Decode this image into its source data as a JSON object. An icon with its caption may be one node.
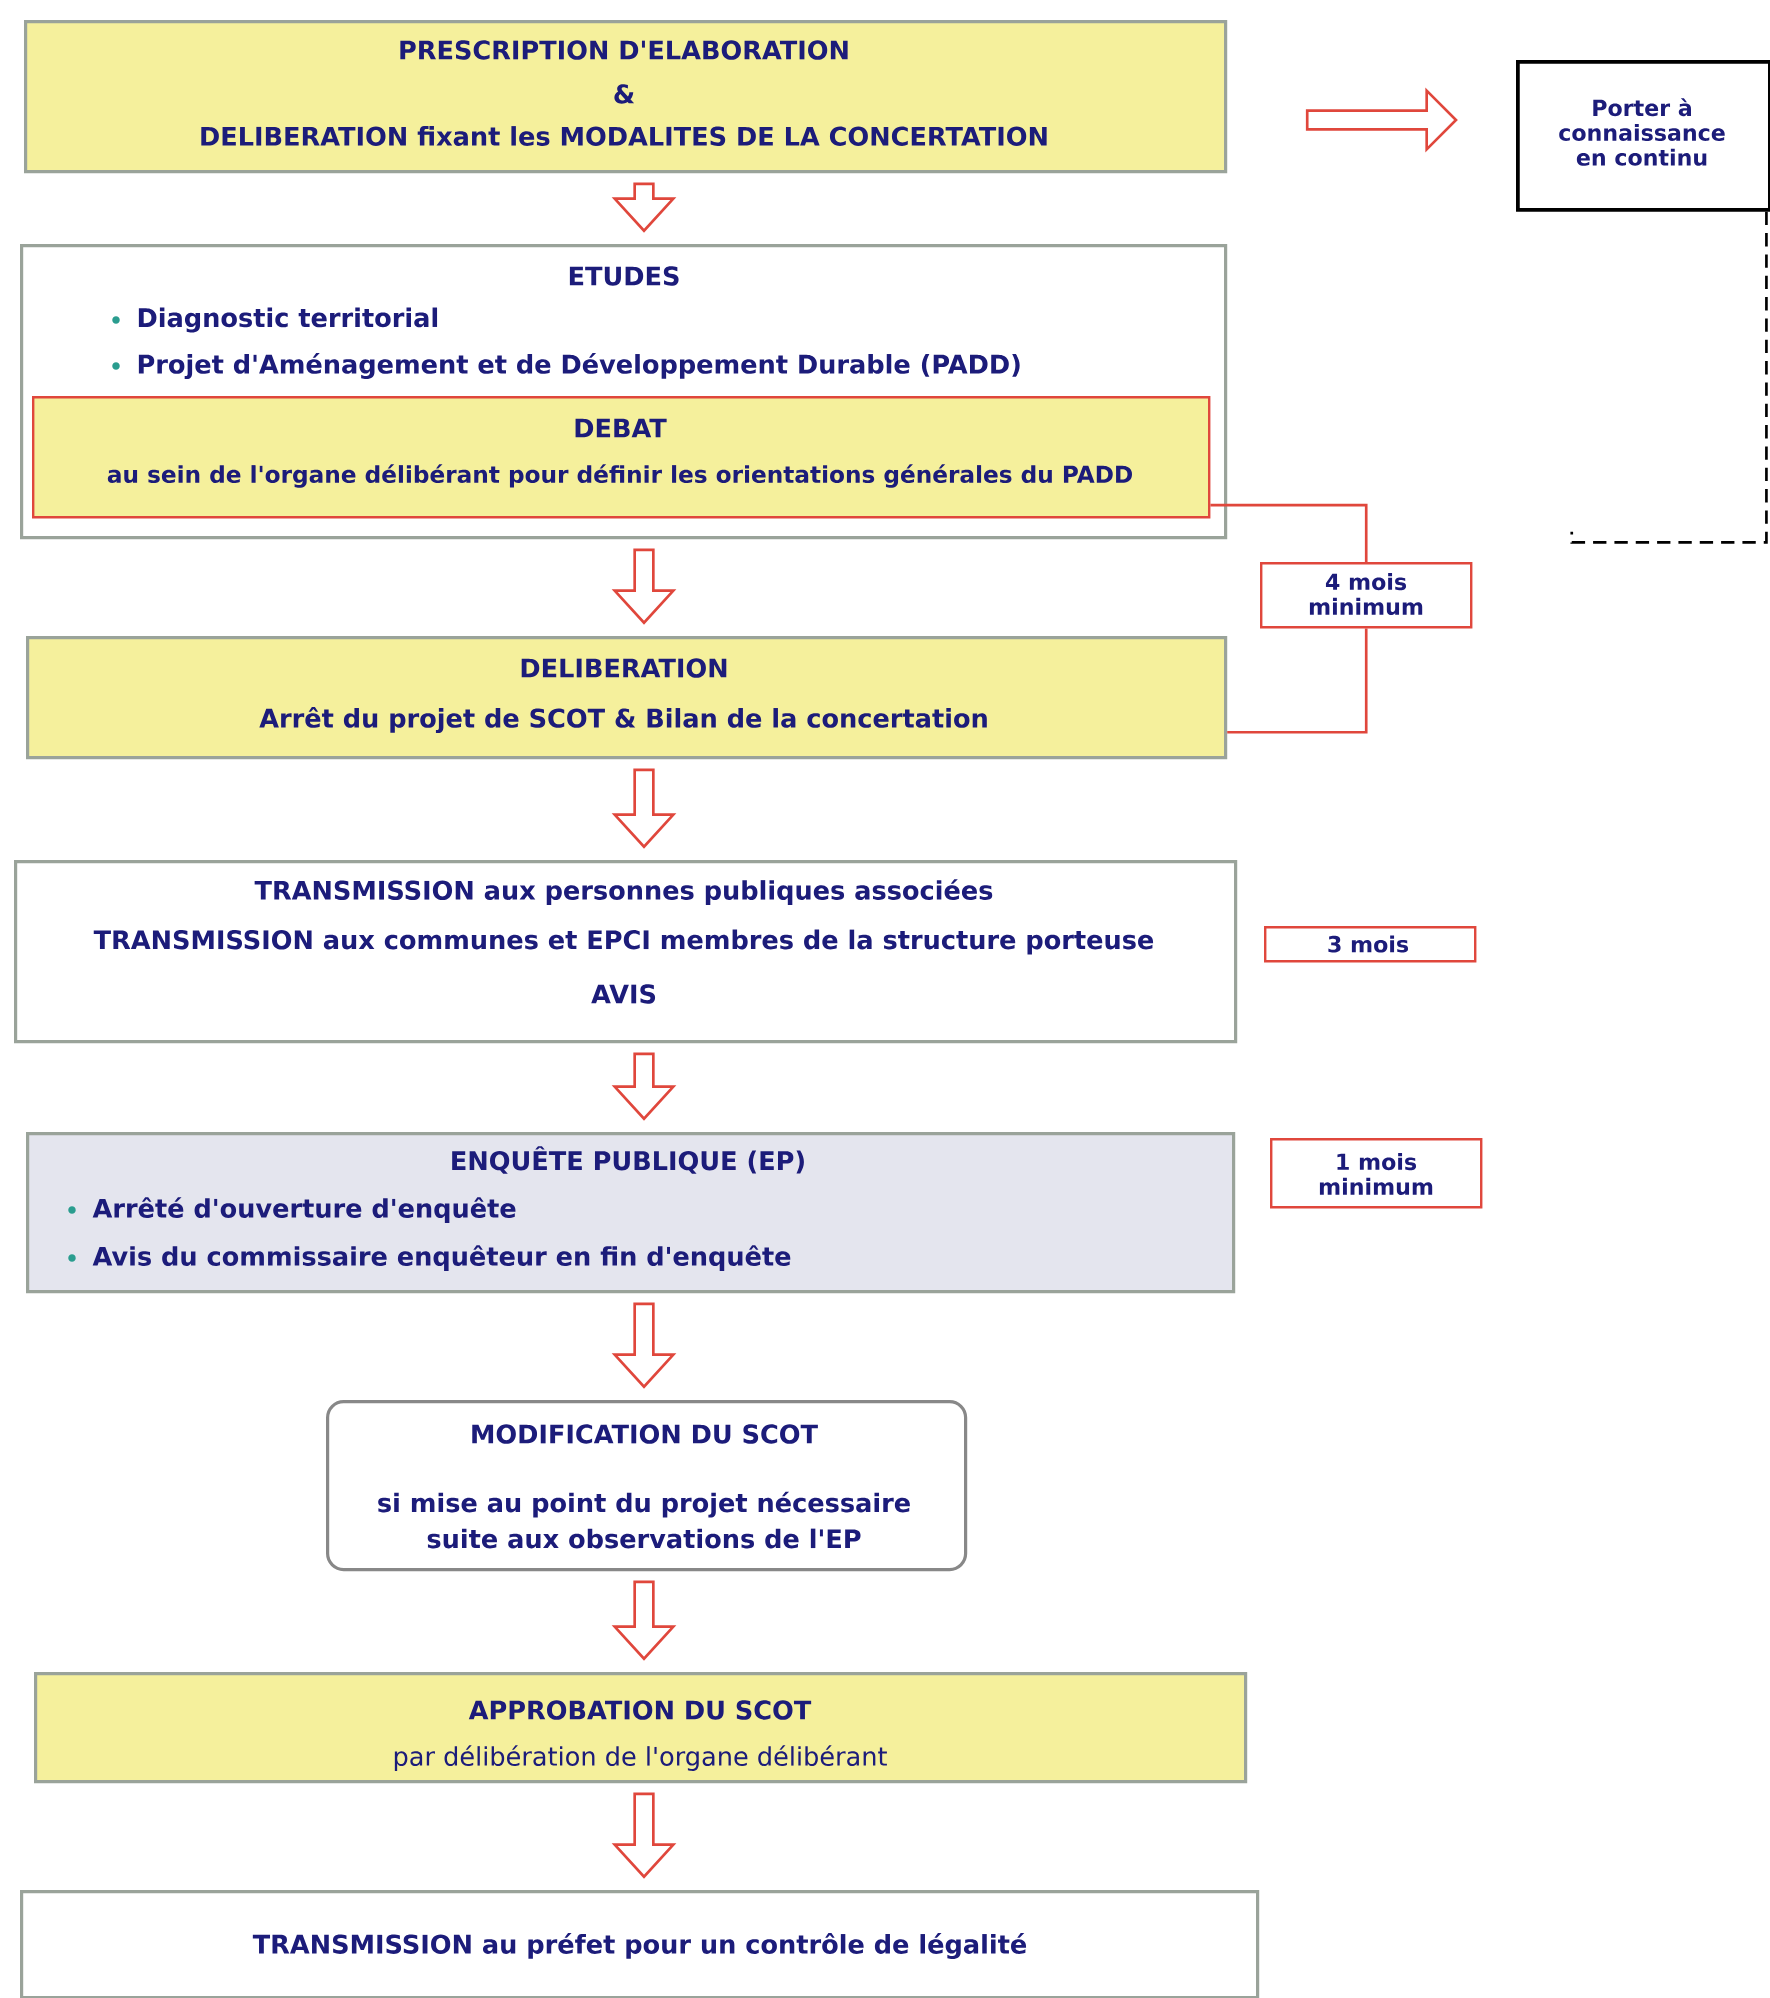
{
  "diagram": {
    "nodes": [
      {
        "text": [
          "PRESCRIPTION D'ELABORATION",
          "&",
          "DELIBERATION fixant les MODALITES DE LA CONCERTATION"
        ]
      },
      {
        "text": [
          "Porter à connaissance en continu"
        ]
      },
      {
        "text": [
          "ETUDES",
          "Diagnostic territorial",
          "Projet d'Aménagement et de Développement Durable (PADD)"
        ]
      },
      {
        "text": [
          "DEBAT",
          "au sein de l'organe délibérant pour définir les orientations générales du PADD"
        ],
        "in": 2
      },
      {
        "text": [
          "DELIBERATION",
          "Arrêt du projet de SCOT  &  Bilan de la concertation"
        ]
      },
      {
        "text": [
          "4 mois minimum"
        ]
      },
      {
        "text": [
          "TRANSMISSION aux personnes publiques associées",
          "TRANSMISSION aux communes et EPCI membres de la structure porteuse",
          "AVIS"
        ]
      },
      {
        "text": [
          "3 mois"
        ]
      },
      {
        "text": [
          "ENQUÊTE PUBLIQUE (EP)",
          "Arrêté d'ouverture d'enquête",
          "Avis du commissaire enquêteur en fin d'enquête"
        ]
      },
      {
        "text": [
          "1 mois minimum"
        ]
      },
      {
        "text": [
          "MODIFICATION DU SCOT",
          "si mise au point du projet nécessaire suite aux observations de l'EP"
        ]
      },
      {
        "text": [
          "APPROBATION DU SCOT",
          "par délibération de l'organe délibérant"
        ]
      },
      {
        "text": [
          "TRANSMISSION au préfet pour un contrôle de légalité"
        ]
      }
    ],
    "edges": [
      {
        "from": 0,
        "to": 1,
        "arrow": "to"
      },
      {
        "from": 0,
        "to": 2,
        "arrow": "to"
      },
      {
        "from": 2,
        "to": 4,
        "arrow": "to"
      },
      {
        "from": 3,
        "to": 5,
        "arrow": "none"
      },
      {
        "from": 5,
        "to": 4,
        "arrow": "none"
      },
      {
        "from": 4,
        "to": 6,
        "arrow": "to"
      },
      {
        "from": 6,
        "to": 8,
        "arrow": "to"
      },
      {
        "from": 8,
        "to": 10,
        "arrow": "to"
      },
      {
        "from": 10,
        "to": 11,
        "arrow": "to"
      },
      {
        "from": 11,
        "to": 12,
        "arrow": "to"
      },
      {
        "from": 1,
        "to": null,
        "arrow": "none",
        "style": "dashed",
        "color": "#000000"
      }
    ]
  }
}
